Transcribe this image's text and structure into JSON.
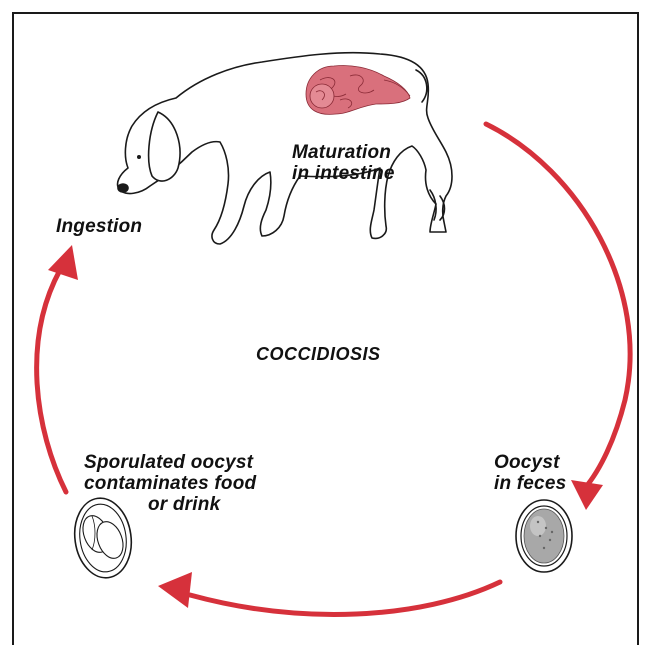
{
  "title": "COCCIDIOSIS",
  "stages": {
    "ingestion": "Ingestion",
    "maturation_line1": "Maturation",
    "maturation_line2": "in intestine",
    "oocyst_line1": "Oocyst",
    "oocyst_line2": "in feces",
    "sporulated_line1": "Sporulated oocyst",
    "sporulated_line2": "contaminates food",
    "sporulated_line3": "or drink"
  },
  "colors": {
    "arrow": "#d6313b",
    "intestine": "#d9707c",
    "outline": "#1a1a1a"
  },
  "icons": {
    "host": "dog-illustration-icon",
    "feces_oocyst": "oocyst-icon",
    "sporulated_oocyst": "sporulated-oocyst-icon"
  }
}
